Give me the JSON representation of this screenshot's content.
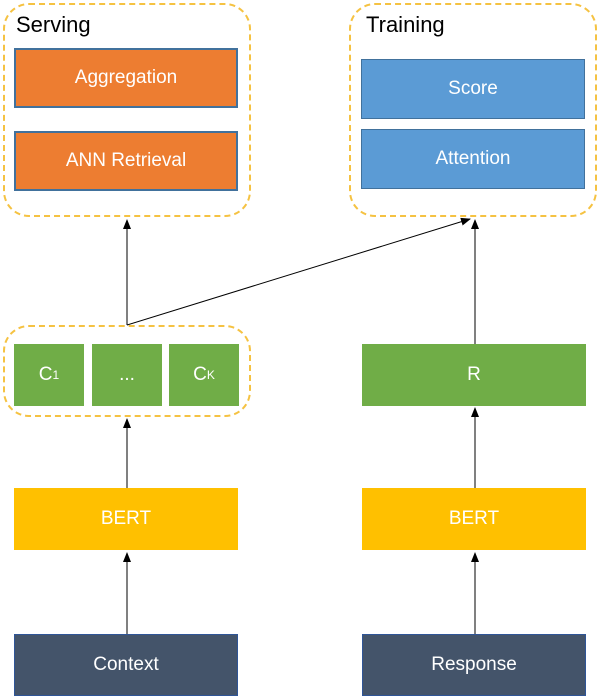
{
  "serving": {
    "title": "Serving",
    "aggregation": "Aggregation",
    "ann_retrieval": "ANN Retrieval"
  },
  "training": {
    "title": "Training",
    "score": "Score",
    "attention": "Attention"
  },
  "context_tower": {
    "c1_main": "C",
    "c1_sub": "1",
    "ellipsis": "...",
    "ck_main": "C",
    "ck_sub": "K",
    "encoder": "BERT",
    "input": "Context"
  },
  "response_tower": {
    "r": "R",
    "encoder": "BERT",
    "input": "Response"
  },
  "colors": {
    "dashed_border": "#f5c242",
    "orange_block": "#ed7d31",
    "blue_block": "#5b9bd5",
    "green_block": "#70ad47",
    "yellow_block": "#ffc000",
    "dark_block": "#44546a"
  }
}
